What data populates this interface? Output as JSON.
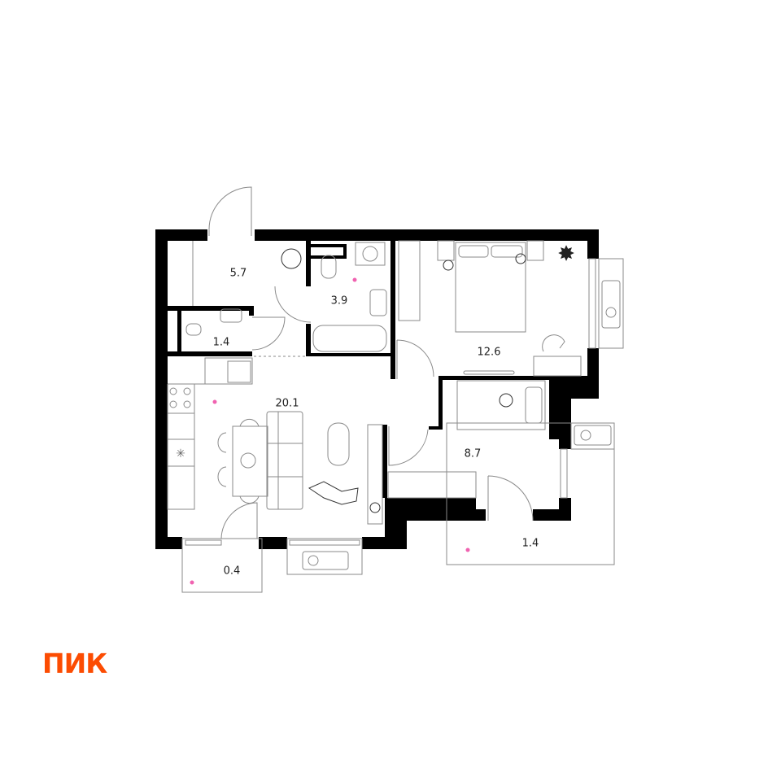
{
  "brand": {
    "logo_text": "ПИК",
    "color": "#fc4c02"
  },
  "rooms": [
    {
      "id": "hallway",
      "area": "5.7"
    },
    {
      "id": "bathroom",
      "area": "3.9"
    },
    {
      "id": "wc",
      "area": "1.4"
    },
    {
      "id": "bedroom",
      "area": "12.6"
    },
    {
      "id": "kitchen-living",
      "area": "20.1"
    },
    {
      "id": "children-room",
      "area": "8.7"
    },
    {
      "id": "loggia",
      "area": "1.4"
    },
    {
      "id": "balcony",
      "area": "0.4"
    }
  ],
  "colors": {
    "walls": "#000000",
    "furniture": "#8a8a8a",
    "marker": "#f062b0"
  }
}
